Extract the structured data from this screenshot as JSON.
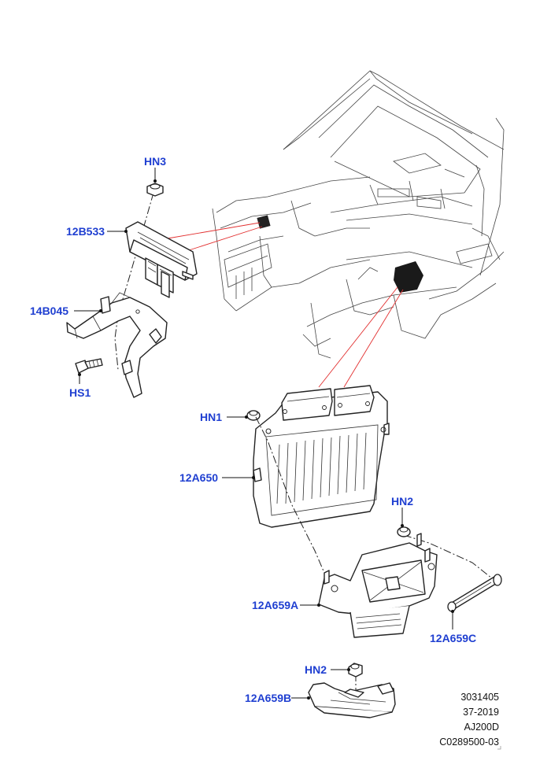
{
  "callouts": {
    "hn3": "HN3",
    "p12b533": "12B533",
    "p14b045": "14B045",
    "hs1": "HS1",
    "hn1": "HN1",
    "p12a650": "12A650",
    "hn2_upper": "HN2",
    "p12a659a": "12A659A",
    "p12a659c": "12A659C",
    "hn2_lower": "HN2",
    "p12a659b": "12A659B"
  },
  "reference_block": {
    "line1": "3031405",
    "line2": "37-2019",
    "line3": "AJ200D",
    "line4": "C0289500-03"
  },
  "colors": {
    "callout_text": "#1f3fd1",
    "leader_line": "#e23030",
    "line_art": "#222222"
  }
}
